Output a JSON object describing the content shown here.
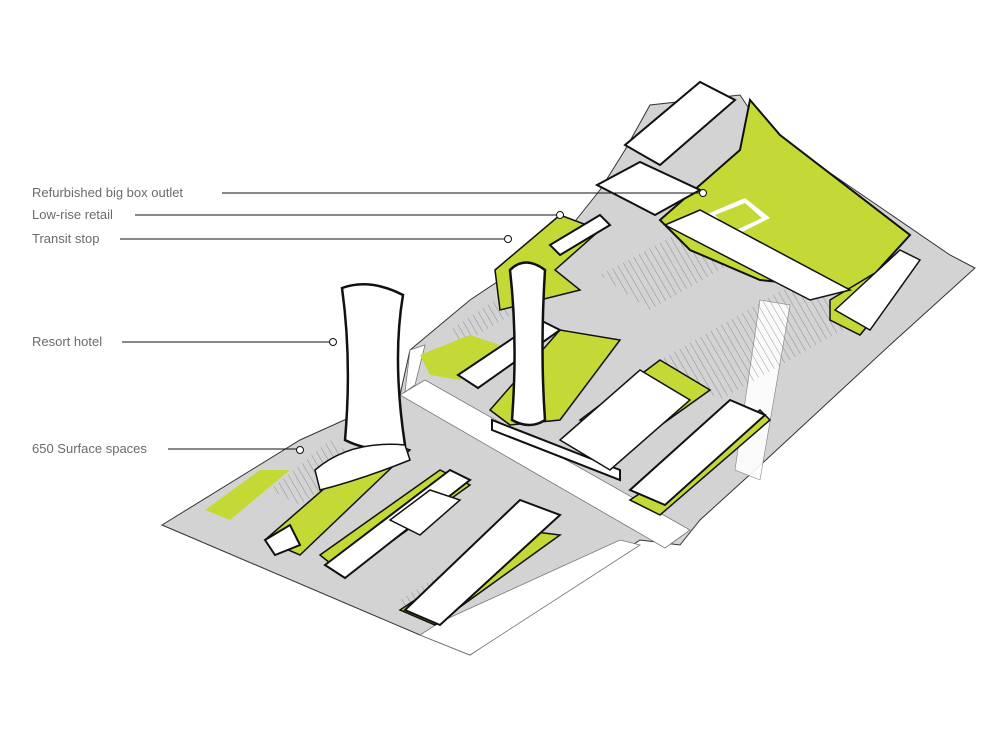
{
  "colors": {
    "green": "#c5d936",
    "gray": "#d3d3d3",
    "outline": "#111111",
    "label": "#6b6b6b"
  },
  "labels": [
    {
      "id": "big-box",
      "text": "Refurbished big box outlet"
    },
    {
      "id": "low-rise",
      "text": "Low-rise retail"
    },
    {
      "id": "transit",
      "text": "Transit stop"
    },
    {
      "id": "hotel",
      "text": "Resort hotel"
    },
    {
      "id": "surface",
      "text": "650 Surface spaces"
    }
  ]
}
